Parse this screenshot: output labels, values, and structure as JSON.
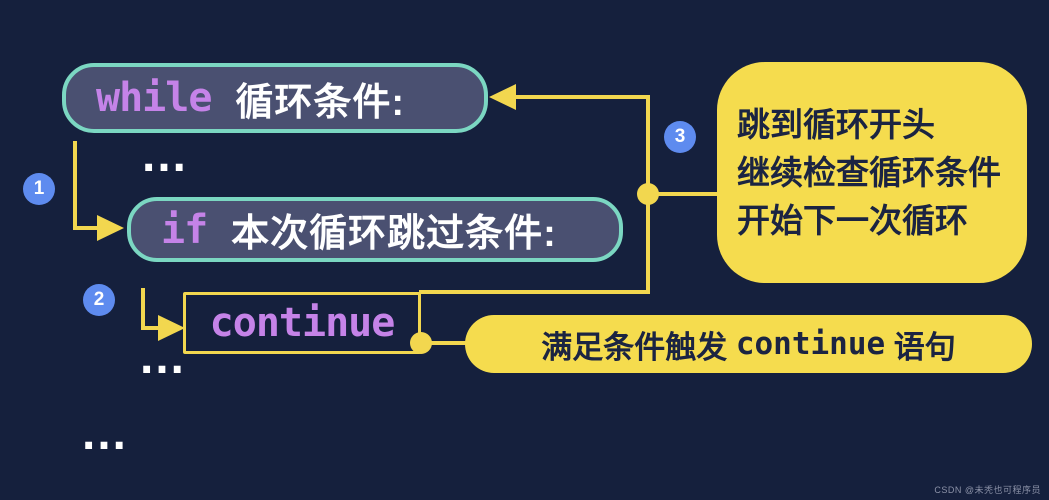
{
  "colors": {
    "background": "#15203D",
    "box_fill": "#4A5071",
    "box_border_teal": "#7BD7C2",
    "keyword_purple": "#C583E8",
    "text_white": "#FFFFFF",
    "connector_yellow": "#F2D74F",
    "bubble_yellow": "#F5DC4E",
    "bubble_text_navy": "#1B2442",
    "badge_blue": "#5E8BEF",
    "watermark_gray": "#8C92A8"
  },
  "diagram": {
    "while_box": {
      "keyword": "while",
      "label": "循环条件:"
    },
    "if_box": {
      "keyword": "if",
      "label": "本次循环跳过条件:"
    },
    "continue_box": {
      "keyword": "continue"
    },
    "ellipsis": "…",
    "steps": [
      {
        "num": "1"
      },
      {
        "num": "2"
      },
      {
        "num": "3"
      }
    ],
    "note_loopback": {
      "lines": [
        "跳到循环开头",
        "继续检查循环条件",
        "开始下一次循环"
      ]
    },
    "note_trigger": {
      "text_before": "满足条件触发 ",
      "code": "continue",
      "text_after": " 语句"
    }
  },
  "watermark": "CSDN @未秃也可程序员"
}
